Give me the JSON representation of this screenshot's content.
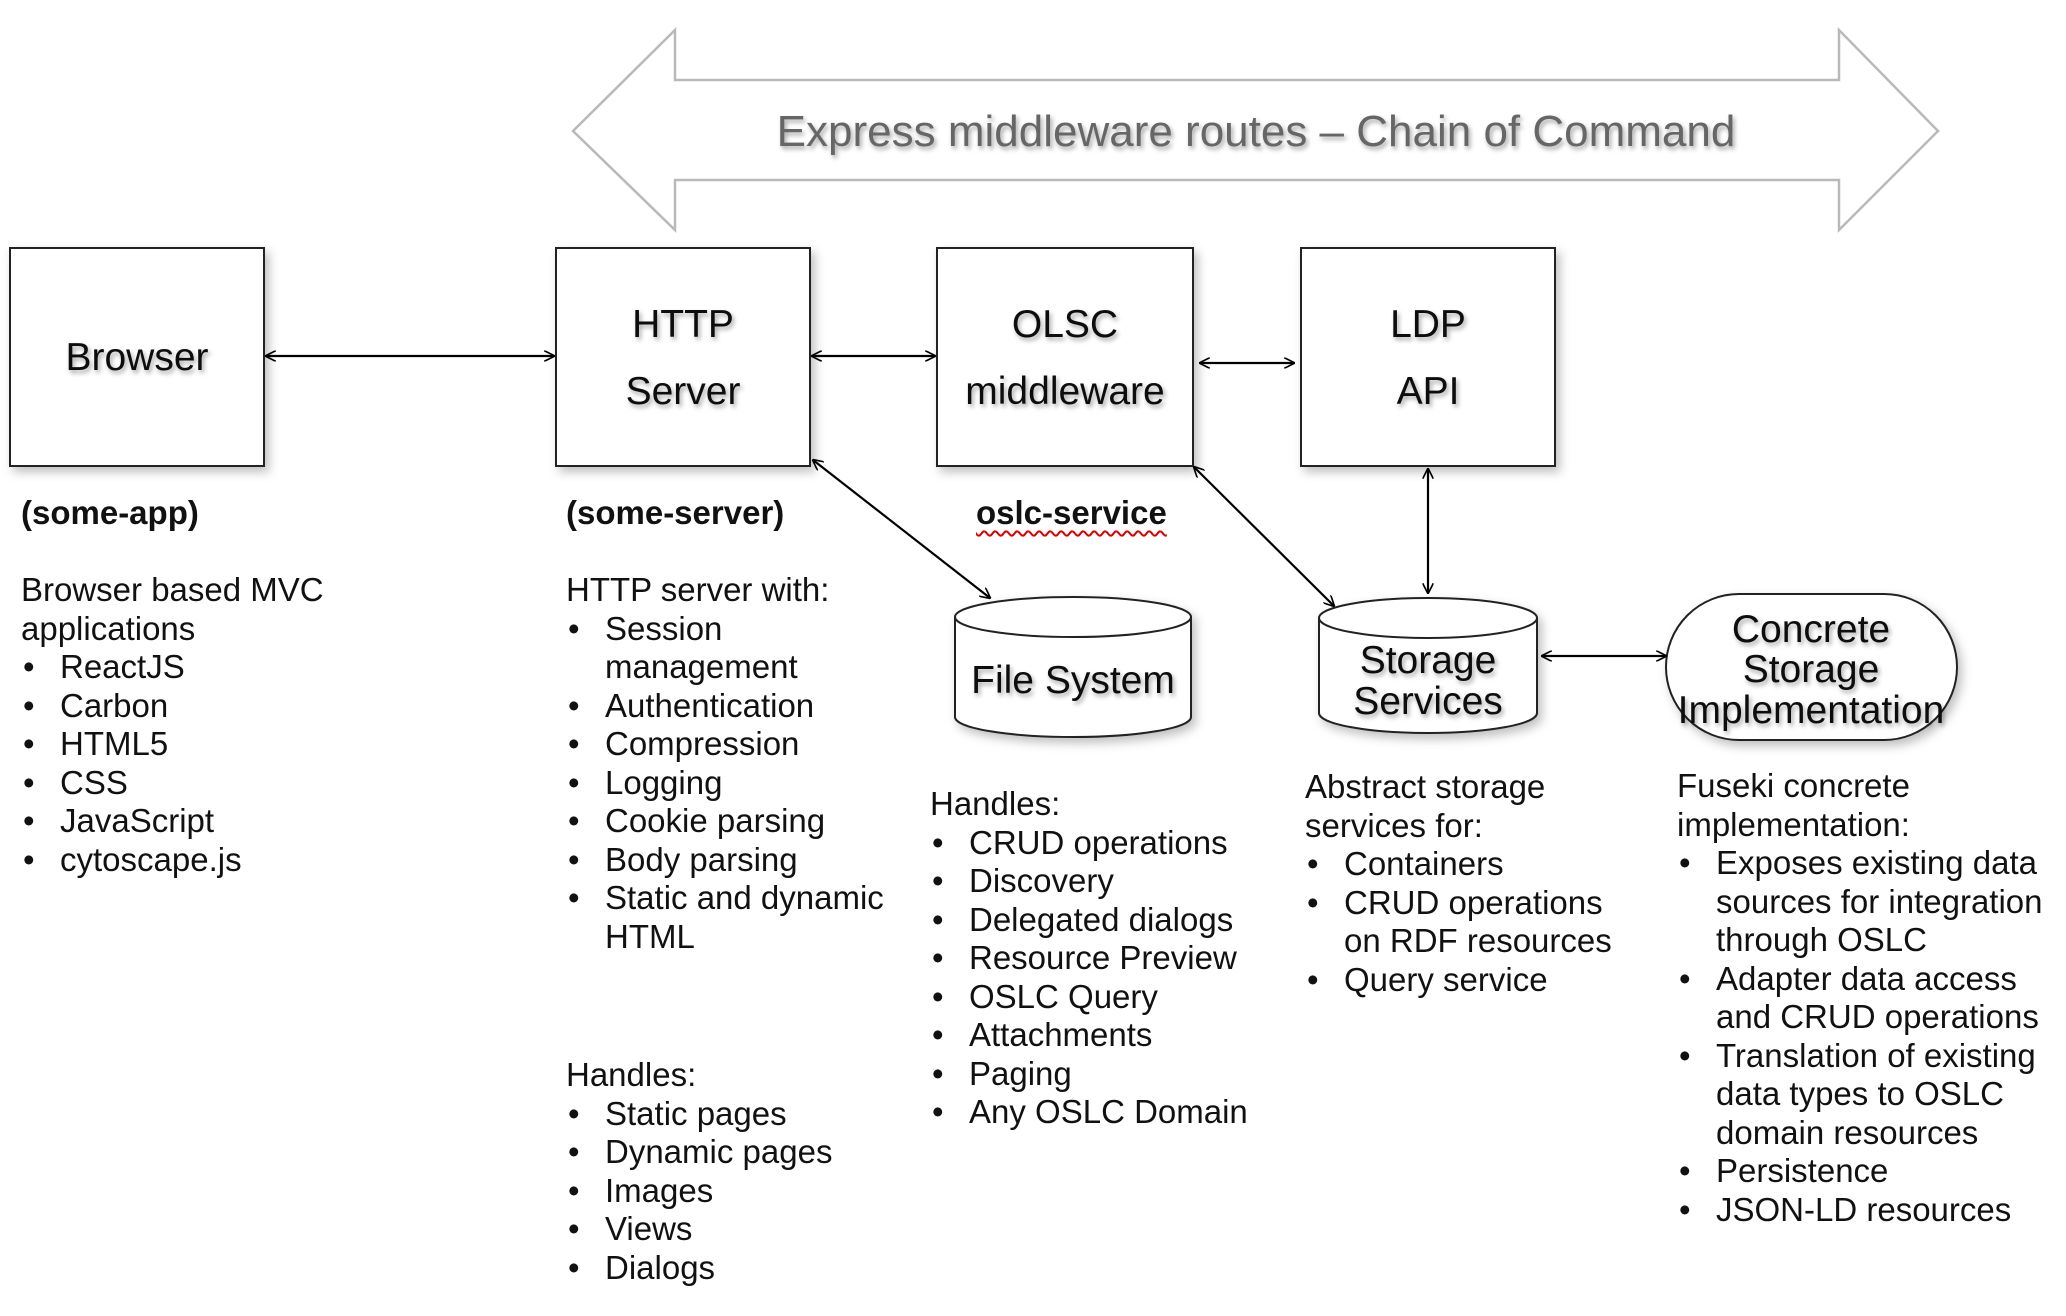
{
  "banner": {
    "label": "Express middleware routes – Chain of Command"
  },
  "nodes": {
    "browser": {
      "line1": "Browser"
    },
    "http_server": {
      "line1": "HTTP",
      "line2": "Server"
    },
    "olsc_middleware": {
      "line1": "OLSC",
      "line2": "middleware"
    },
    "ldp_api": {
      "line1": "LDP",
      "line2": "API"
    },
    "file_system": {
      "line1": "File System"
    },
    "storage_services": {
      "line1": "Storage",
      "line2": "Services"
    },
    "concrete_storage": {
      "line1": "Concrete",
      "line2": "Storage",
      "line3": "Implementation"
    }
  },
  "descriptions": {
    "some_app": {
      "title": "(some-app)",
      "intro": [
        "Browser based MVC",
        "applications"
      ],
      "items": [
        "ReactJS",
        "Carbon",
        "HTML5",
        "CSS",
        "JavaScript",
        "cytoscape.js"
      ]
    },
    "some_server": {
      "title": "(some-server)",
      "intro": "HTTP server with:",
      "items": [
        "Session management",
        "Authentication",
        "Compression",
        "Logging",
        "Cookie parsing",
        "Body parsing",
        "Static and dynamic HTML"
      ],
      "handles_heading": "Handles:",
      "handles": [
        "Static pages",
        "Dynamic pages",
        "Images",
        "Views",
        "Dialogs"
      ]
    },
    "oslc_service": {
      "title": "oslc-service",
      "heading": "Handles:",
      "items": [
        "CRUD operations",
        "Discovery",
        "Delegated dialogs",
        "Resource Preview",
        "OSLC Query",
        "Attachments",
        "Paging",
        "Any OSLC Domain"
      ]
    },
    "storage": {
      "intro": [
        "Abstract storage",
        "services for:"
      ],
      "items": [
        "Containers",
        "CRUD operations on RDF resources",
        "Query service"
      ]
    },
    "fuseki": {
      "intro": [
        "Fuseki concrete",
        "implementation:"
      ],
      "items": [
        "Exposes existing data sources for integration through OSLC",
        "Adapter data access and CRUD operations",
        "Translation of existing data types to OSLC domain resources",
        "Persistence",
        "JSON-LD resources"
      ]
    }
  }
}
